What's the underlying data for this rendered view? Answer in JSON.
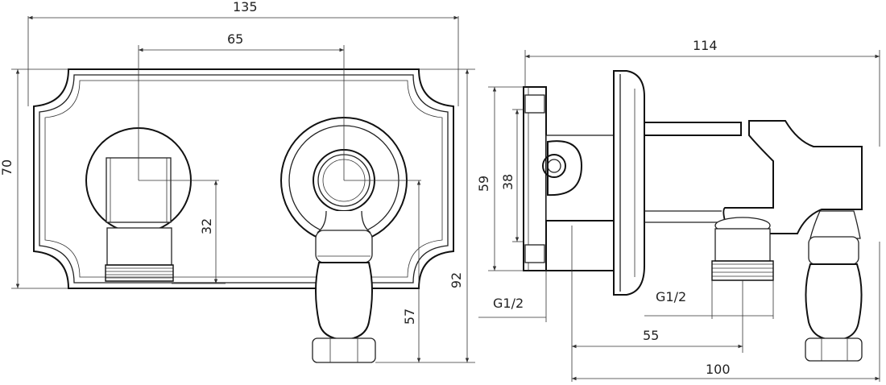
{
  "dimensions": {
    "front_width": "135",
    "front_center_distance": "65",
    "front_height": "70",
    "outlet_height": "32",
    "handle_height": "57",
    "overall_height": "92",
    "side_depth": "114",
    "side_plate_height": "59",
    "side_inner_height": "38",
    "inlet_thread": "G1/2",
    "outlet_thread": "G1/2",
    "outlet_offset": "55",
    "handle_offset": "100"
  },
  "colors": {
    "line": "#222222",
    "background": "#ffffff"
  }
}
